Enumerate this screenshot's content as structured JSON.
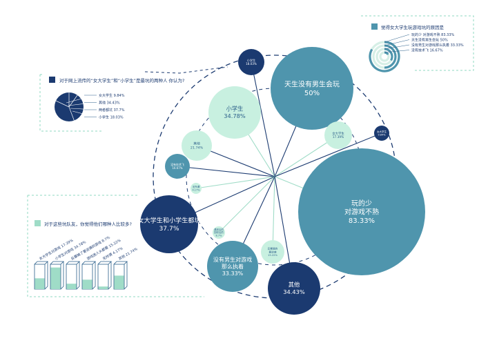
{
  "colors": {
    "navy": "#1b3a70",
    "teal": "#4f95ad",
    "mint": "#c8f0e0",
    "mint_dark": "#9fdcc7",
    "dash": "#8fd8c0",
    "line_dark": "#1b3a70",
    "line_light": "#9fdcc7"
  },
  "chart_data": [
    {
      "type": "bubble",
      "title": "",
      "categories": [
        {
          "label": "天生没有男生会玩",
          "value": 50,
          "display": "50%",
          "color": "teal"
        },
        {
          "label": "玩的少 对游戏不熟",
          "value": 83.33,
          "display": "83.33%",
          "color": "teal"
        },
        {
          "label": "女大学生",
          "value": 17.39,
          "display": "17.39%",
          "color": "mint"
        },
        {
          "label": "女大学生",
          "value": 9.84,
          "display": "9.84%",
          "color": "navy"
        },
        {
          "label": "小学生",
          "value": 18.03,
          "display": "18.03%",
          "color": "navy"
        },
        {
          "label": "小学生",
          "value": 34.78,
          "display": "34.78%",
          "color": "mint"
        },
        {
          "label": "其他",
          "value": 21.74,
          "display": "21.74%",
          "color": "mint"
        },
        {
          "label": "没有技术飞",
          "value": 16.67,
          "display": "16.67%",
          "color": "teal"
        },
        {
          "label": "无所谓",
          "value": 4.17,
          "display": "4.17%",
          "color": "mint"
        },
        {
          "label": "女大学生和小学生都坑",
          "value": 37.7,
          "display": "37.7%",
          "color": "navy"
        },
        {
          "label": "遇到后的 回收后的",
          "value": 8.7,
          "display": "8.7%",
          "color": "mint"
        },
        {
          "label": "没有男生对游戏 那么执着",
          "value": 33.33,
          "display": "33.33%",
          "color": "teal"
        },
        {
          "label": "反暴输的 要逆袭",
          "value": 15.22,
          "display": "15.22%",
          "color": "mint"
        },
        {
          "label": "其他",
          "value": 34.43,
          "display": "34.43%",
          "color": "navy"
        }
      ]
    },
    {
      "type": "radial-bar",
      "title": "觉得女大学生玩游戏坑的原因是",
      "series": [
        {
          "label": "玩的少 对游戏不熟 83.33%",
          "value": 83.33
        },
        {
          "label": "天生没有男生会玩 50%",
          "value": 50
        },
        {
          "label": "没有男生对游戏那么执着 33.33%",
          "value": 33.33
        },
        {
          "label": "没有技术飞 16.67%",
          "value": 16.67
        }
      ]
    },
    {
      "type": "pie",
      "title": "对于网上流传的“女大学生”和“小学生”是最坑的两种人 你认为?",
      "series": [
        {
          "label": "女大学生 9.84%",
          "value": 9.84
        },
        {
          "label": "其他  34.43%",
          "value": 34.43
        },
        {
          "label": "两者都坑 37.7%",
          "value": 37.7
        },
        {
          "label": "小学生  18.03%",
          "value": 18.03
        }
      ]
    },
    {
      "type": "bar",
      "title": "对于这些坑队友，你觉得他们哪种人比较多?",
      "series": [
        {
          "label": "女大学生对游戏 17.39%",
          "value": 17.39
        },
        {
          "label": "小学生对游戏 34.78%",
          "value": 34.78
        },
        {
          "label": "反暴输了要逆袭的游戏 8.7%",
          "value": 8.7
        },
        {
          "label": "游戏迷人头都要 15.22%",
          "value": 15.22
        },
        {
          "label": "无所谓 4.17%",
          "value": 4.17
        },
        {
          "label": "其他 21.74%",
          "value": 21.74
        }
      ]
    }
  ]
}
